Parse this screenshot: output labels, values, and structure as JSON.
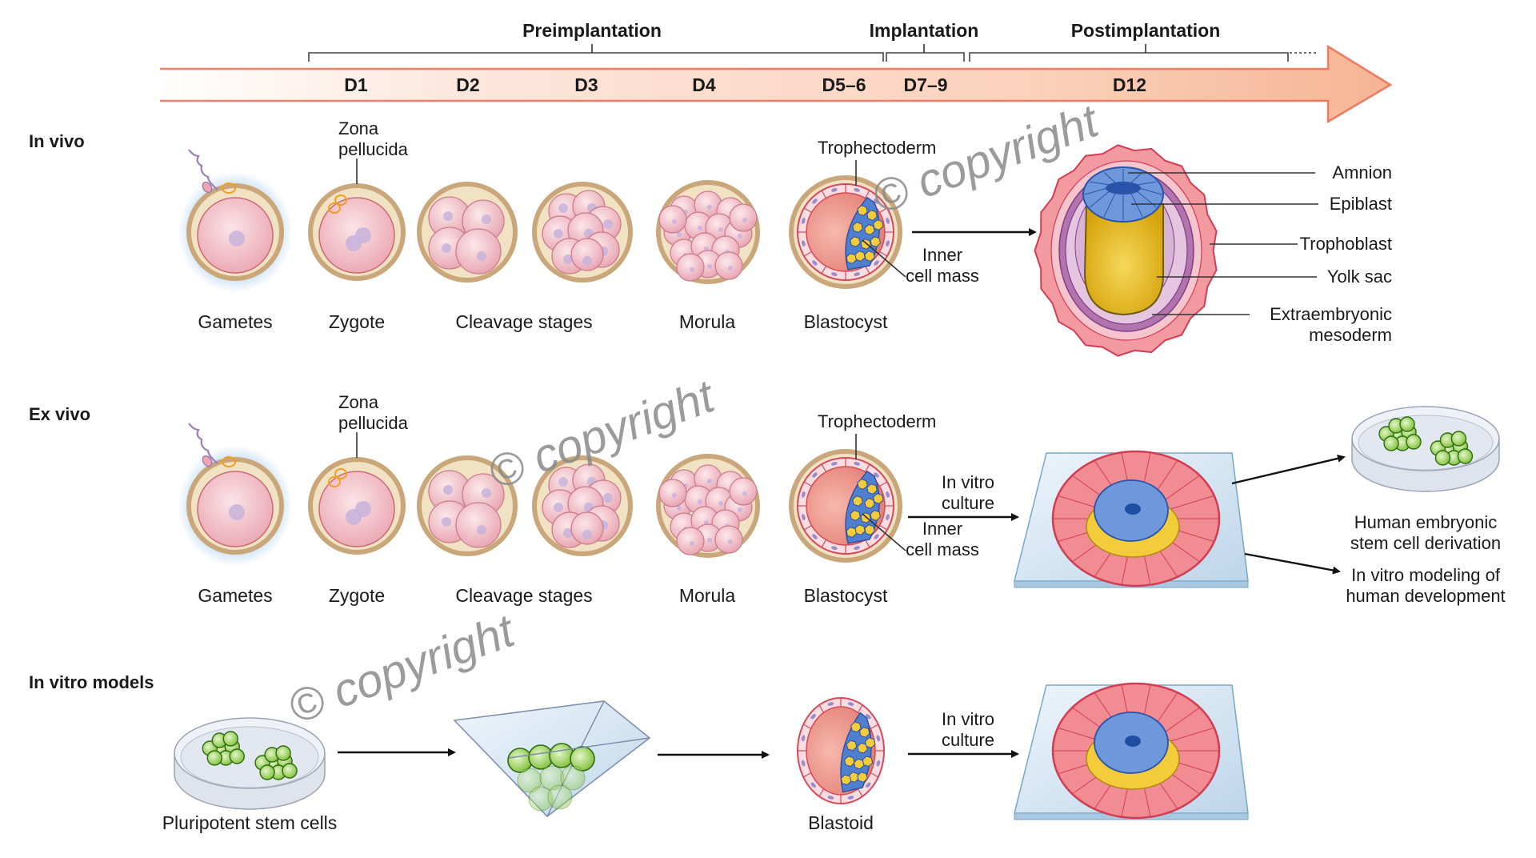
{
  "figure": {
    "timeline": {
      "phases": [
        {
          "label": "Preimplantation"
        },
        {
          "label": "Implantation"
        },
        {
          "label": "Postimplantation"
        }
      ],
      "days": [
        "D1",
        "D2",
        "D3",
        "D4",
        "D5–6",
        "D7–9",
        "D12"
      ],
      "colors": {
        "arrow_start": "#ffffff",
        "arrow_mid": "#fbd8c8",
        "arrow_end": "#f7b28f",
        "arrow_stroke": "#ef6a4e"
      }
    },
    "rows": {
      "in_vivo": {
        "title": "In vivo",
        "stages": [
          "Gametes",
          "Zygote",
          "Cleavage stages",
          "Morula",
          "Blastocyst"
        ],
        "zona_label": [
          "Zona",
          "pellucida"
        ],
        "trophectoderm_label": "Trophectoderm",
        "icm_label": [
          "Inner",
          "cell mass"
        ],
        "postimplantation_labels": [
          "Amnion",
          "Epiblast",
          "Trophoblast",
          "Yolk sac",
          "Extraembryonic",
          "mesoderm"
        ]
      },
      "ex_vivo": {
        "title": "Ex vivo",
        "stages": [
          "Gametes",
          "Zygote",
          "Cleavage stages",
          "Morula",
          "Blastocyst"
        ],
        "zona_label": [
          "Zona",
          "pellucida"
        ],
        "trophectoderm_label": "Trophectoderm",
        "culture_label": [
          "In vitro",
          "culture"
        ],
        "icm_label": [
          "Inner",
          "cell mass"
        ],
        "outcomes": [
          [
            "Human embryonic",
            "stem cell derivation"
          ],
          [
            "In vitro modeling of",
            "human development"
          ]
        ]
      },
      "in_vitro_models": {
        "title": "In vitro models",
        "stages": [
          "Pluripotent stem cells",
          "Blastoid"
        ],
        "culture_label": [
          "In vitro",
          "culture"
        ]
      }
    },
    "watermark": "© copyright",
    "palette": {
      "zona": "#c9a77a",
      "zona_fill": "#f1e2c4",
      "cytoplasm": "#f3c3cc",
      "nucleus": "#c7b3dc",
      "trophoblast": "#e8707a",
      "epiblast": "#4f7fcf",
      "hypoblast": "#f2cc3a",
      "mesoderm": "#c98ac0",
      "glass": "#d6e6f2",
      "psc": "#8ccf4a"
    }
  }
}
